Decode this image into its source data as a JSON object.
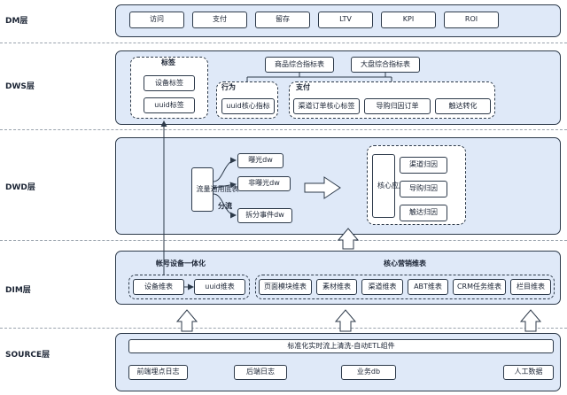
{
  "layers": {
    "dm": "DM层",
    "dws": "DWS层",
    "dwd": "DWD层",
    "dim": "DIM层",
    "source": "SOURCE层"
  },
  "dm": {
    "items": [
      "访问",
      "支付",
      "留存",
      "LTV",
      "KPI",
      "ROI"
    ]
  },
  "dws": {
    "tag_group": {
      "title": "标签",
      "items": [
        "设备标签",
        "uuid标签"
      ]
    },
    "goods_table": "商品综合指标表",
    "market_table": "大盘综合指标表",
    "behavior": {
      "title": "行为",
      "item": "uuid核心指标"
    },
    "pay": {
      "title": "支付",
      "items": [
        "渠道订单核心标签",
        "导购归因订单",
        "触达转化"
      ]
    }
  },
  "dwd": {
    "flow_table": "流量通用底表",
    "split_label": "分流",
    "flows": [
      "曝光dw",
      "非曝光dw",
      "拆分事件dw"
    ],
    "core_scene": "核心应用场景",
    "attributions": [
      "渠道归因",
      "导购归因",
      "触达归因"
    ]
  },
  "dim": {
    "device_title": "帐号设备一体化",
    "marketing_title": "核心营销维表",
    "device_items": [
      "设备维表",
      "uuid维表"
    ],
    "marketing_items": [
      "页面模块维表",
      "素材维表",
      "渠道维表",
      "ABT维表",
      "CRM任务维表",
      "栏目维表"
    ]
  },
  "source": {
    "etl": "标准化实时流上清洗-自动ETL组件",
    "items": [
      "前端埋点日志",
      "后端日志",
      "业务db",
      "人工数据"
    ]
  }
}
